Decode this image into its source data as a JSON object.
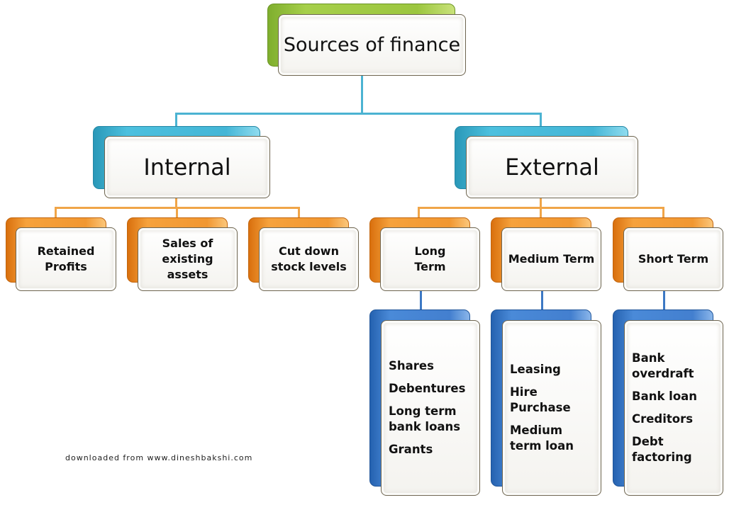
{
  "root": {
    "label": "Sources of finance"
  },
  "internal": {
    "label": "Internal",
    "children": [
      {
        "label_lines": [
          "Retained",
          "Profits"
        ]
      },
      {
        "label_lines": [
          "Sales of",
          "existing assets"
        ]
      },
      {
        "label_lines": [
          "Cut down",
          "stock levels"
        ]
      }
    ]
  },
  "external": {
    "label": "External",
    "children": [
      {
        "label_lines": [
          "Long",
          "Term"
        ],
        "items": [
          "Shares",
          "Debentures",
          "Long term bank loans",
          "Grants"
        ]
      },
      {
        "label_lines": [
          "Medium Term"
        ],
        "items": [
          "Leasing",
          "Hire Purchase",
          "Medium term loan"
        ]
      },
      {
        "label_lines": [
          "Short Term"
        ],
        "items": [
          "Bank overdraft",
          "Bank loan",
          "Creditors",
          "Debt factoring"
        ]
      }
    ]
  },
  "watermark": "downloaded from www.dineshbakshi.com",
  "colors": {
    "root": "#9cc63f",
    "level1": "#44b6d6",
    "level2": "#f19731",
    "lists": "#437fcf"
  }
}
